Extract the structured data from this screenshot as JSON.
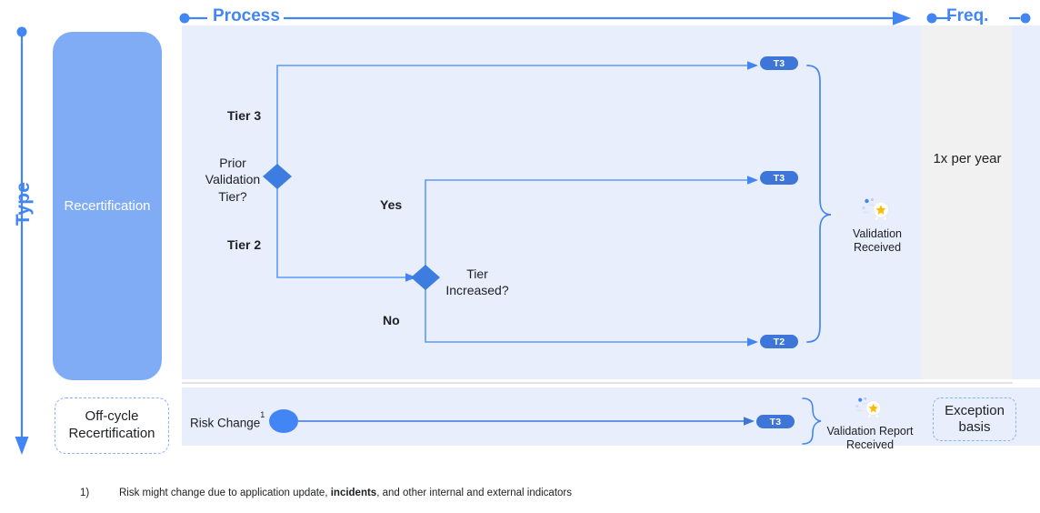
{
  "axes": {
    "type_label": "Type",
    "process_label": "Process",
    "freq_label": "Freq."
  },
  "type_column": {
    "main_block_label": "Recertification",
    "offcycle_block_label": "Off-cycle Recertification"
  },
  "process": {
    "decision_1_label": "Prior Validation Tier?",
    "decision_1_branches": [
      {
        "label": "Tier 3"
      },
      {
        "label": "Tier 2"
      }
    ],
    "decision_2_label": "Tier Increased?",
    "decision_2_branches": [
      {
        "label": "Yes"
      },
      {
        "label": "No"
      }
    ],
    "start_node_label": "Risk Change",
    "start_node_footnote_marker": "1",
    "tier_badges": [
      {
        "id": "top",
        "label": "T3"
      },
      {
        "id": "middle",
        "label": "T3"
      },
      {
        "id": "bottom",
        "label": "T2"
      },
      {
        "id": "offcycle",
        "label": "T3"
      }
    ],
    "outcomes": [
      {
        "id": "main",
        "label": "Validation Received",
        "icon": "award-badge-icon"
      },
      {
        "id": "offcycle",
        "label": "Validation Report Received",
        "icon": "award-badge-icon"
      }
    ]
  },
  "frequency": {
    "main_value": "1x per year",
    "offcycle_value": "Exception basis"
  },
  "footnote": {
    "marker": "1)",
    "text_before": "Risk might change due to application update, ",
    "text_bold": "incidents",
    "text_after": ", and other internal and external indicators"
  },
  "colors": {
    "accent_blue": "#4285f4",
    "panel_blue": "#e8eefc",
    "block_blue": "#7facf5",
    "badge_blue": "#3d75d8",
    "line_blue": "#5b9bf8",
    "freq_gray": "#f1f1f1",
    "dashed_blue": "#8ab4f8",
    "star_yellow": "#fbbc04"
  }
}
